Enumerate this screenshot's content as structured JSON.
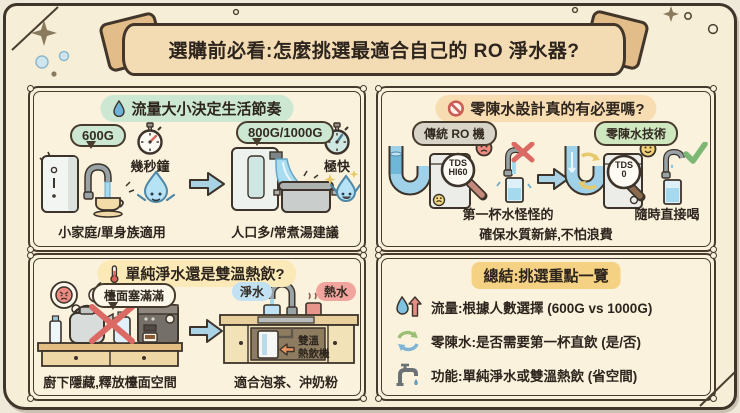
{
  "colors": {
    "paper": "#f7eed7",
    "ink": "#3c332a",
    "mint": "#cde8d2",
    "peach": "#f8dcb2",
    "yellow": "#fbeab8",
    "gold": "#f5d283",
    "gray_tag": "#d9d4c8",
    "green_tag": "#cfe8c0",
    "blue_tag": "#c2e1f2",
    "pink_tag": "#f2a49e",
    "arrow_blue": "#abd3e6",
    "x_red": "#dc6a64",
    "check_green": "#7cb874",
    "water_blue": "#9fd2e8"
  },
  "banner": {
    "title": "選購前必看:怎麼挑選最適合自己的 RO 淨水器?"
  },
  "panel_flow": {
    "title": "流量大小決定生活節奏",
    "left": {
      "bubble": "600G",
      "timer": "幾秒鐘",
      "caption": "小家庭/單身族適用"
    },
    "right": {
      "bubble": "800G/1000G",
      "timer": "極快",
      "caption": "人口多/常煮湯建議"
    }
  },
  "panel_fresh": {
    "title": "零陳水設計真的有必要嗎?",
    "left": {
      "tag": "傳統 RO 機",
      "tds_top": "TDS",
      "tds_val": "HI60",
      "caption": "第一杯水怪怪的"
    },
    "right": {
      "tag": "零陳水技術",
      "tds_top": "TDS",
      "tds_val": "0",
      "caption": "隨時直接喝"
    },
    "footer": "確保水質新鮮,不怕浪費"
  },
  "panel_temp": {
    "title": "單純淨水還是雙溫熱飲?",
    "left": {
      "bubble": "檯面塞滿滿",
      "caption": "廚下隱藏,釋放檯面空間"
    },
    "right": {
      "tag_cold": "淨水",
      "tag_hot": "熱水",
      "machine_line1": "雙溫",
      "machine_line2": "熱飲機",
      "caption": "適合泡茶、沖奶粉"
    }
  },
  "panel_summary": {
    "title": "總結:挑選重點一覽",
    "items": [
      {
        "icon": "drop-up-arrow-icon",
        "text": "流量:根據人數選擇 (600G vs 1000G)"
      },
      {
        "icon": "cycle-arrows-icon",
        "text": "零陳水:是否需要第一杯直飲 (是/否)"
      },
      {
        "icon": "faucet-icon",
        "text": "功能:單純淨水或雙溫熱飲 (省空間)"
      }
    ]
  }
}
